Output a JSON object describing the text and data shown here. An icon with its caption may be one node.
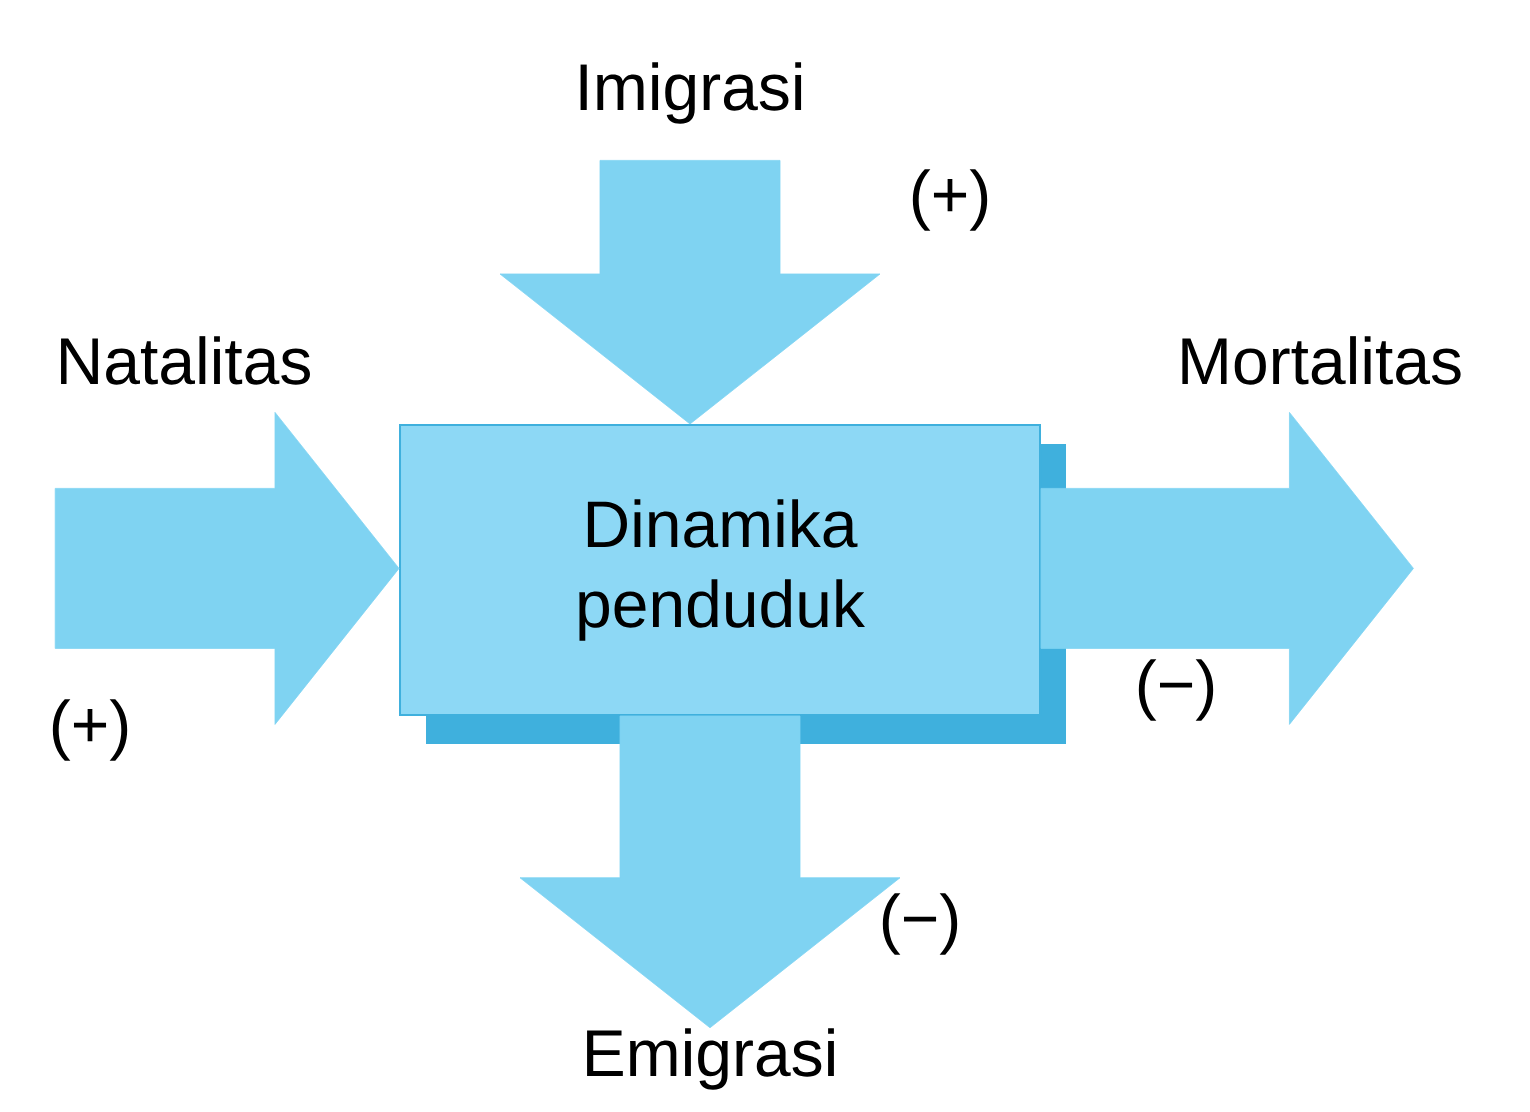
{
  "diagram": {
    "nodes": [
      {
        "text": [
          "Dinamika penduduk"
        ]
      },
      {
        "text": [
          "Imigrasi"
        ]
      },
      {
        "text": [
          "Natalitas"
        ]
      },
      {
        "text": [
          "Mortalitas"
        ]
      },
      {
        "text": [
          "Emigrasi"
        ]
      }
    ],
    "edges": [
      {
        "from": 1,
        "to": 0,
        "arrow": "to",
        "label": "(+)"
      },
      {
        "from": 2,
        "to": 0,
        "arrow": "to",
        "label": "(+)"
      },
      {
        "from": 0,
        "to": 3,
        "arrow": "to",
        "label": "(−)"
      },
      {
        "from": 0,
        "to": 4,
        "arrow": "to",
        "label": "(−)"
      }
    ]
  }
}
